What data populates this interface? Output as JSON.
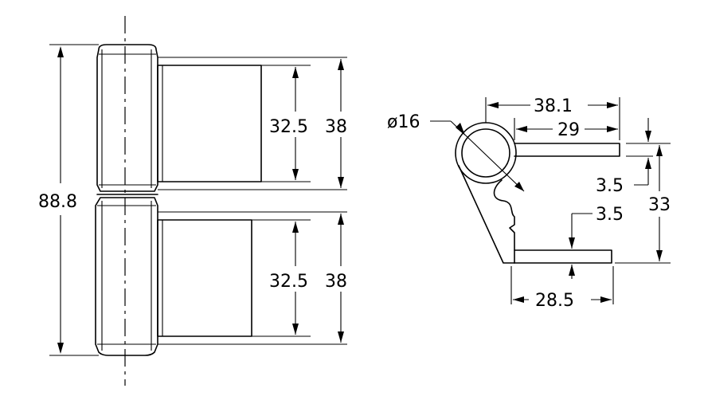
{
  "side_view": {
    "overall_height": "88.8",
    "upper_leaf": {
      "inner_length": "32.5",
      "outer_length": "38"
    },
    "lower_leaf": {
      "inner_length": "32.5",
      "outer_length": "38"
    }
  },
  "end_view": {
    "barrel_diameter": "ø16",
    "upper_leaf_span": "38.1",
    "upper_leaf_length": "29",
    "upper_leaf_thickness": "3.5",
    "lower_leaf_thickness": "3.5",
    "leaf_offset": "33",
    "lower_leaf_length": "28.5"
  }
}
